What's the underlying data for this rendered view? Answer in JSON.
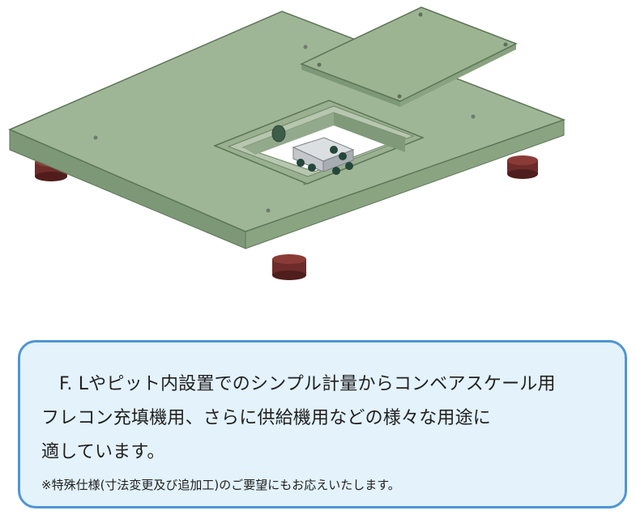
{
  "product_image": {
    "icon": "platform-scale-illustration"
  },
  "description": {
    "lines": [
      "F. Lやピット内設置でのシンプル計量からコンベアスケール用",
      "フレコン充填機用、さらに供給機用などの様々な用途に",
      "適しています。"
    ],
    "note": "※特殊仕様(寸法変更及び追加工)のご要望にもお応えいたします。"
  },
  "colors": {
    "platform_top": "#9fb696",
    "platform_side": "#7d9876",
    "platform_edge": "#5d7557",
    "foot": "#6d2c2a",
    "callout_border": "#4f95d4",
    "callout_fill": "#e3f2fb"
  }
}
